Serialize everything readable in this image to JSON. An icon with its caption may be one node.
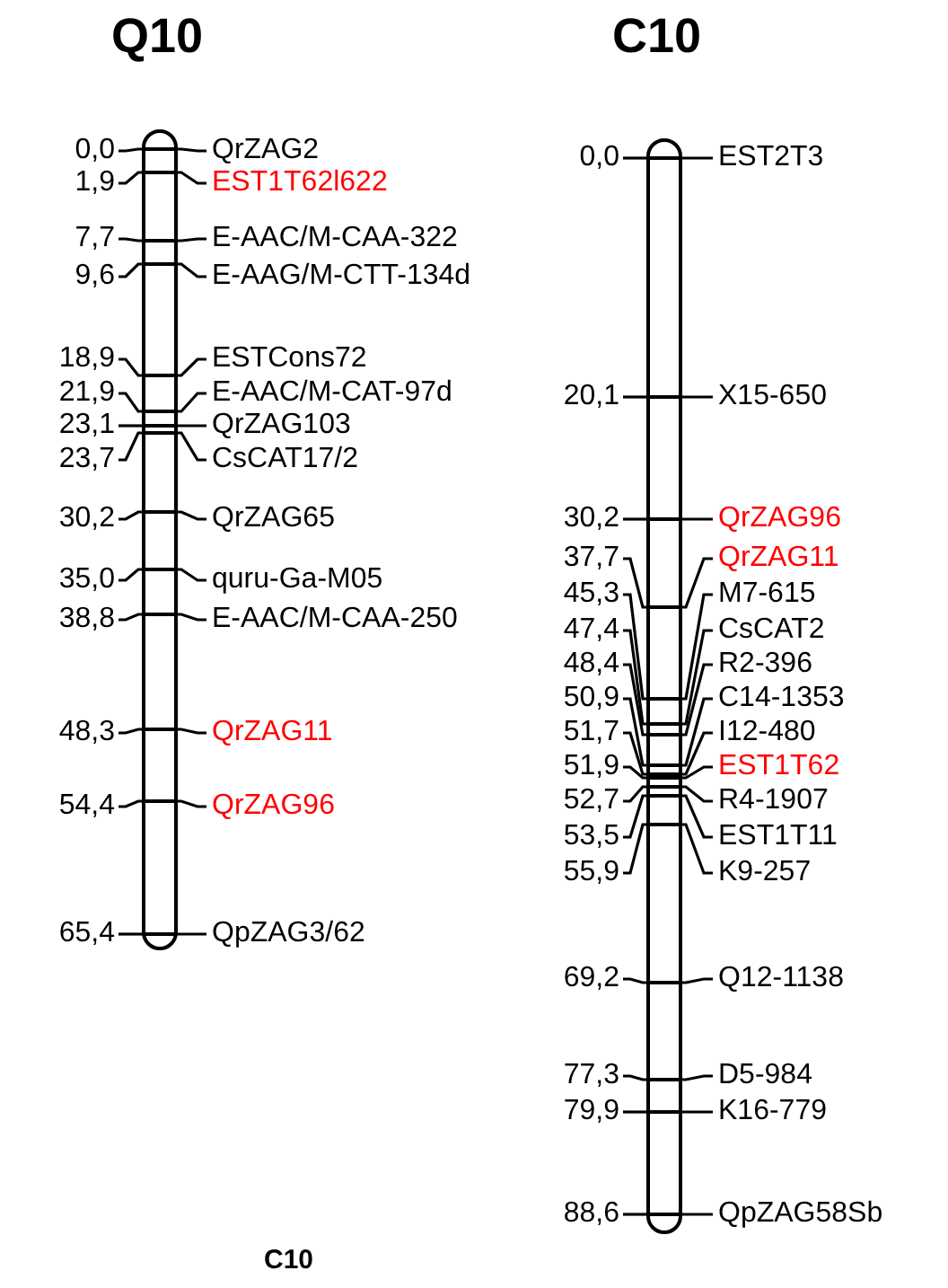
{
  "diagram": {
    "nodes": [
      {
        "text": [
          "Q10"
        ]
      },
      {
        "text": [
          "0,0"
        ]
      },
      {
        "text": [
          "QrZAG2"
        ]
      },
      {
        "text": [
          "1,9"
        ]
      },
      {
        "text": [
          "EST1T62l622"
        ]
      },
      {
        "text": [
          "7,7"
        ]
      },
      {
        "text": [
          "E-AAC/M-CAA-322"
        ]
      },
      {
        "text": [
          "9,6"
        ]
      },
      {
        "text": [
          "E-AAG/M-CTT-134d"
        ]
      },
      {
        "text": [
          "18,9"
        ]
      },
      {
        "text": [
          "ESTCons72"
        ]
      },
      {
        "text": [
          "21,9"
        ]
      },
      {
        "text": [
          "E-AAC/M-CAT-97d"
        ]
      },
      {
        "text": [
          "23,1"
        ]
      },
      {
        "text": [
          "QrZAG103"
        ]
      },
      {
        "text": [
          "23,7"
        ]
      },
      {
        "text": [
          "CsCAT17/2"
        ]
      },
      {
        "text": [
          "30,2"
        ]
      },
      {
        "text": [
          "QrZAG65"
        ]
      },
      {
        "text": [
          "35,0"
        ]
      },
      {
        "text": [
          "quru-Ga-M05"
        ]
      },
      {
        "text": [
          "38,8"
        ]
      },
      {
        "text": [
          "E-AAC/M-CAA-250"
        ]
      },
      {
        "text": [
          "48,3"
        ]
      },
      {
        "text": [
          "QrZAG11"
        ]
      },
      {
        "text": [
          "54,4"
        ]
      },
      {
        "text": [
          "QrZAG96"
        ]
      },
      {
        "text": [
          "65,4"
        ]
      },
      {
        "text": [
          "QpZAG3/62"
        ]
      },
      {
        "text": [
          "C10"
        ]
      },
      {
        "text": [
          "0,0"
        ]
      },
      {
        "text": [
          "EST2T3"
        ]
      },
      {
        "text": [
          "20,1"
        ]
      },
      {
        "text": [
          "X15-650"
        ]
      },
      {
        "text": [
          "30,2"
        ]
      },
      {
        "text": [
          "QrZAG96"
        ]
      },
      {
        "text": [
          "37,7"
        ]
      },
      {
        "text": [
          "QrZAG11"
        ]
      },
      {
        "text": [
          "45,3"
        ]
      },
      {
        "text": [
          "M7-615"
        ]
      },
      {
        "text": [
          "47,4"
        ]
      },
      {
        "text": [
          "CsCAT2"
        ]
      },
      {
        "text": [
          "48,4"
        ]
      },
      {
        "text": [
          "R2-396"
        ]
      },
      {
        "text": [
          "50,9"
        ]
      },
      {
        "text": [
          "C14-1353"
        ]
      },
      {
        "text": [
          "51,7"
        ]
      },
      {
        "text": [
          "I12-480"
        ]
      },
      {
        "text": [
          "51,9"
        ]
      },
      {
        "text": [
          "EST1T62"
        ]
      },
      {
        "text": [
          "52,7"
        ]
      },
      {
        "text": [
          "R4-1907"
        ]
      },
      {
        "text": [
          "53,5"
        ]
      },
      {
        "text": [
          "EST1T11"
        ]
      },
      {
        "text": [
          "55,9"
        ]
      },
      {
        "text": [
          "K9-257"
        ]
      },
      {
        "text": [
          "69,2"
        ]
      },
      {
        "text": [
          "Q12-1138"
        ]
      },
      {
        "text": [
          "77,3"
        ]
      },
      {
        "text": [
          "D5-984"
        ]
      },
      {
        "text": [
          "79,9"
        ]
      },
      {
        "text": [
          "K16-779"
        ]
      },
      {
        "text": [
          "88,6"
        ]
      },
      {
        "text": [
          "QpZAG58Sb"
        ]
      }
    ],
    "edges": [
      {
        "from": 1,
        "to": 0,
        "arrow": "none"
      },
      {
        "from": 2,
        "to": 0,
        "arrow": "none"
      },
      {
        "from": 3,
        "to": 0,
        "arrow": "none"
      },
      {
        "from": 4,
        "to": 0,
        "arrow": "none"
      },
      {
        "from": 5,
        "to": 0,
        "arrow": "none"
      },
      {
        "from": 6,
        "to": 0,
        "arrow": "none"
      },
      {
        "from": 7,
        "to": 0,
        "arrow": "none"
      },
      {
        "from": 8,
        "to": 0,
        "arrow": "none"
      },
      {
        "from": 9,
        "to": 0,
        "arrow": "none"
      },
      {
        "from": 10,
        "to": 0,
        "arrow": "none"
      },
      {
        "from": 11,
        "to": 0,
        "arrow": "none"
      },
      {
        "from": 12,
        "to": 0,
        "arrow": "none"
      },
      {
        "from": 13,
        "to": 0,
        "arrow": "none"
      },
      {
        "from": 14,
        "to": 0,
        "arrow": "none"
      },
      {
        "from": 15,
        "to": 0,
        "arrow": "none"
      },
      {
        "from": 16,
        "to": 0,
        "arrow": "none"
      },
      {
        "from": 17,
        "to": 0,
        "arrow": "none"
      },
      {
        "from": 18,
        "to": 0,
        "arrow": "none"
      },
      {
        "from": 19,
        "to": 0,
        "arrow": "none"
      },
      {
        "from": 20,
        "to": 0,
        "arrow": "none"
      },
      {
        "from": 21,
        "to": 0,
        "arrow": "none"
      },
      {
        "from": 22,
        "to": 0,
        "arrow": "none"
      },
      {
        "from": 23,
        "to": 0,
        "arrow": "none"
      },
      {
        "from": 24,
        "to": 0,
        "arrow": "none"
      },
      {
        "from": 25,
        "to": 0,
        "arrow": "none"
      },
      {
        "from": 26,
        "to": 0,
        "arrow": "none"
      },
      {
        "from": 27,
        "to": 0,
        "arrow": "none"
      },
      {
        "from": 28,
        "to": 0,
        "arrow": "none"
      },
      {
        "from": 30,
        "to": 29,
        "arrow": "none"
      },
      {
        "from": 31,
        "to": 29,
        "arrow": "none"
      },
      {
        "from": 32,
        "to": 29,
        "arrow": "none"
      },
      {
        "from": 33,
        "to": 29,
        "arrow": "none"
      },
      {
        "from": 34,
        "to": 29,
        "arrow": "none"
      },
      {
        "from": 35,
        "to": 29,
        "arrow": "none"
      },
      {
        "from": 36,
        "to": 29,
        "arrow": "none"
      },
      {
        "from": 37,
        "to": 29,
        "arrow": "none"
      },
      {
        "from": 38,
        "to": 29,
        "arrow": "none"
      },
      {
        "from": 39,
        "to": 29,
        "arrow": "none"
      },
      {
        "from": 40,
        "to": 29,
        "arrow": "none"
      },
      {
        "from": 41,
        "to": 29,
        "arrow": "none"
      },
      {
        "from": 42,
        "to": 29,
        "arrow": "none"
      },
      {
        "from": 43,
        "to": 29,
        "arrow": "none"
      },
      {
        "from": 44,
        "to": 29,
        "arrow": "none"
      },
      {
        "from": 45,
        "to": 29,
        "arrow": "none"
      },
      {
        "from": 46,
        "to": 29,
        "arrow": "none"
      },
      {
        "from": 47,
        "to": 29,
        "arrow": "none"
      },
      {
        "from": 48,
        "to": 29,
        "arrow": "none"
      },
      {
        "from": 49,
        "to": 29,
        "arrow": "none"
      },
      {
        "from": 50,
        "to": 29,
        "arrow": "none"
      },
      {
        "from": 51,
        "to": 29,
        "arrow": "none"
      },
      {
        "from": 52,
        "to": 29,
        "arrow": "none"
      },
      {
        "from": 53,
        "to": 29,
        "arrow": "none"
      },
      {
        "from": 54,
        "to": 29,
        "arrow": "none"
      },
      {
        "from": 55,
        "to": 29,
        "arrow": "none"
      },
      {
        "from": 56,
        "to": 29,
        "arrow": "none"
      },
      {
        "from": 57,
        "to": 29,
        "arrow": "none"
      },
      {
        "from": 58,
        "to": 29,
        "arrow": "none"
      },
      {
        "from": 59,
        "to": 29,
        "arrow": "none"
      },
      {
        "from": 60,
        "to": 29,
        "arrow": "none"
      },
      {
        "from": 61,
        "to": 29,
        "arrow": "none"
      },
      {
        "from": 62,
        "to": 29,
        "arrow": "none"
      },
      {
        "from": 63,
        "to": 29,
        "arrow": "none"
      }
    ],
    "labels": [
      "C10"
    ]
  }
}
